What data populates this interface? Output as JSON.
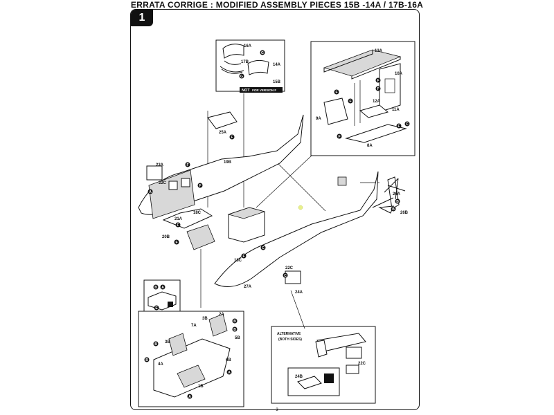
{
  "header": {
    "title": "ERRATA CORRIGE : MODIFIED ASSEMBLY PIECES 15B -14A / 17B-16A"
  },
  "step": {
    "number": "1"
  },
  "footer": {
    "page_number": "3"
  },
  "notes": {
    "not_for_version_prefix": "NOT",
    "not_for_version_suffix": "FOR VERSION F",
    "alternative_line1": "ALTERNATIVE",
    "alternative_line2": "(BOTH SIDES)"
  },
  "part_labels": {
    "p16a": "16A",
    "p17b": "17B",
    "p14a": "14A",
    "p15b": "15B",
    "p13a": "13A",
    "p10a": "10A",
    "p9a": "9A",
    "p8a": "8A",
    "p12a": "12A",
    "p11a": "11A",
    "p25a": "25A",
    "p23a": "23A",
    "p22c_top": "22C",
    "p19b": "19B",
    "p18c": "18C",
    "p21a": "21A",
    "p20b": "20B",
    "p18c_mid": "18C",
    "p22c_mid": "22C",
    "p27a": "27A",
    "p24a": "24A",
    "p26a": "26A",
    "p26b": "26B",
    "p3b_a": "3B",
    "p2a": "2A",
    "p7a": "7A",
    "p5b": "5B",
    "p3b_b": "3B",
    "p4a": "4A",
    "p6b": "6B",
    "p1b": "1B",
    "p24b": "24B",
    "p22c_alt": "22C"
  },
  "colors": {
    "line": "#111111",
    "callout_fill": "#111111",
    "callout_text": "#ffffff",
    "highlight_dot": "#e8f08a"
  }
}
